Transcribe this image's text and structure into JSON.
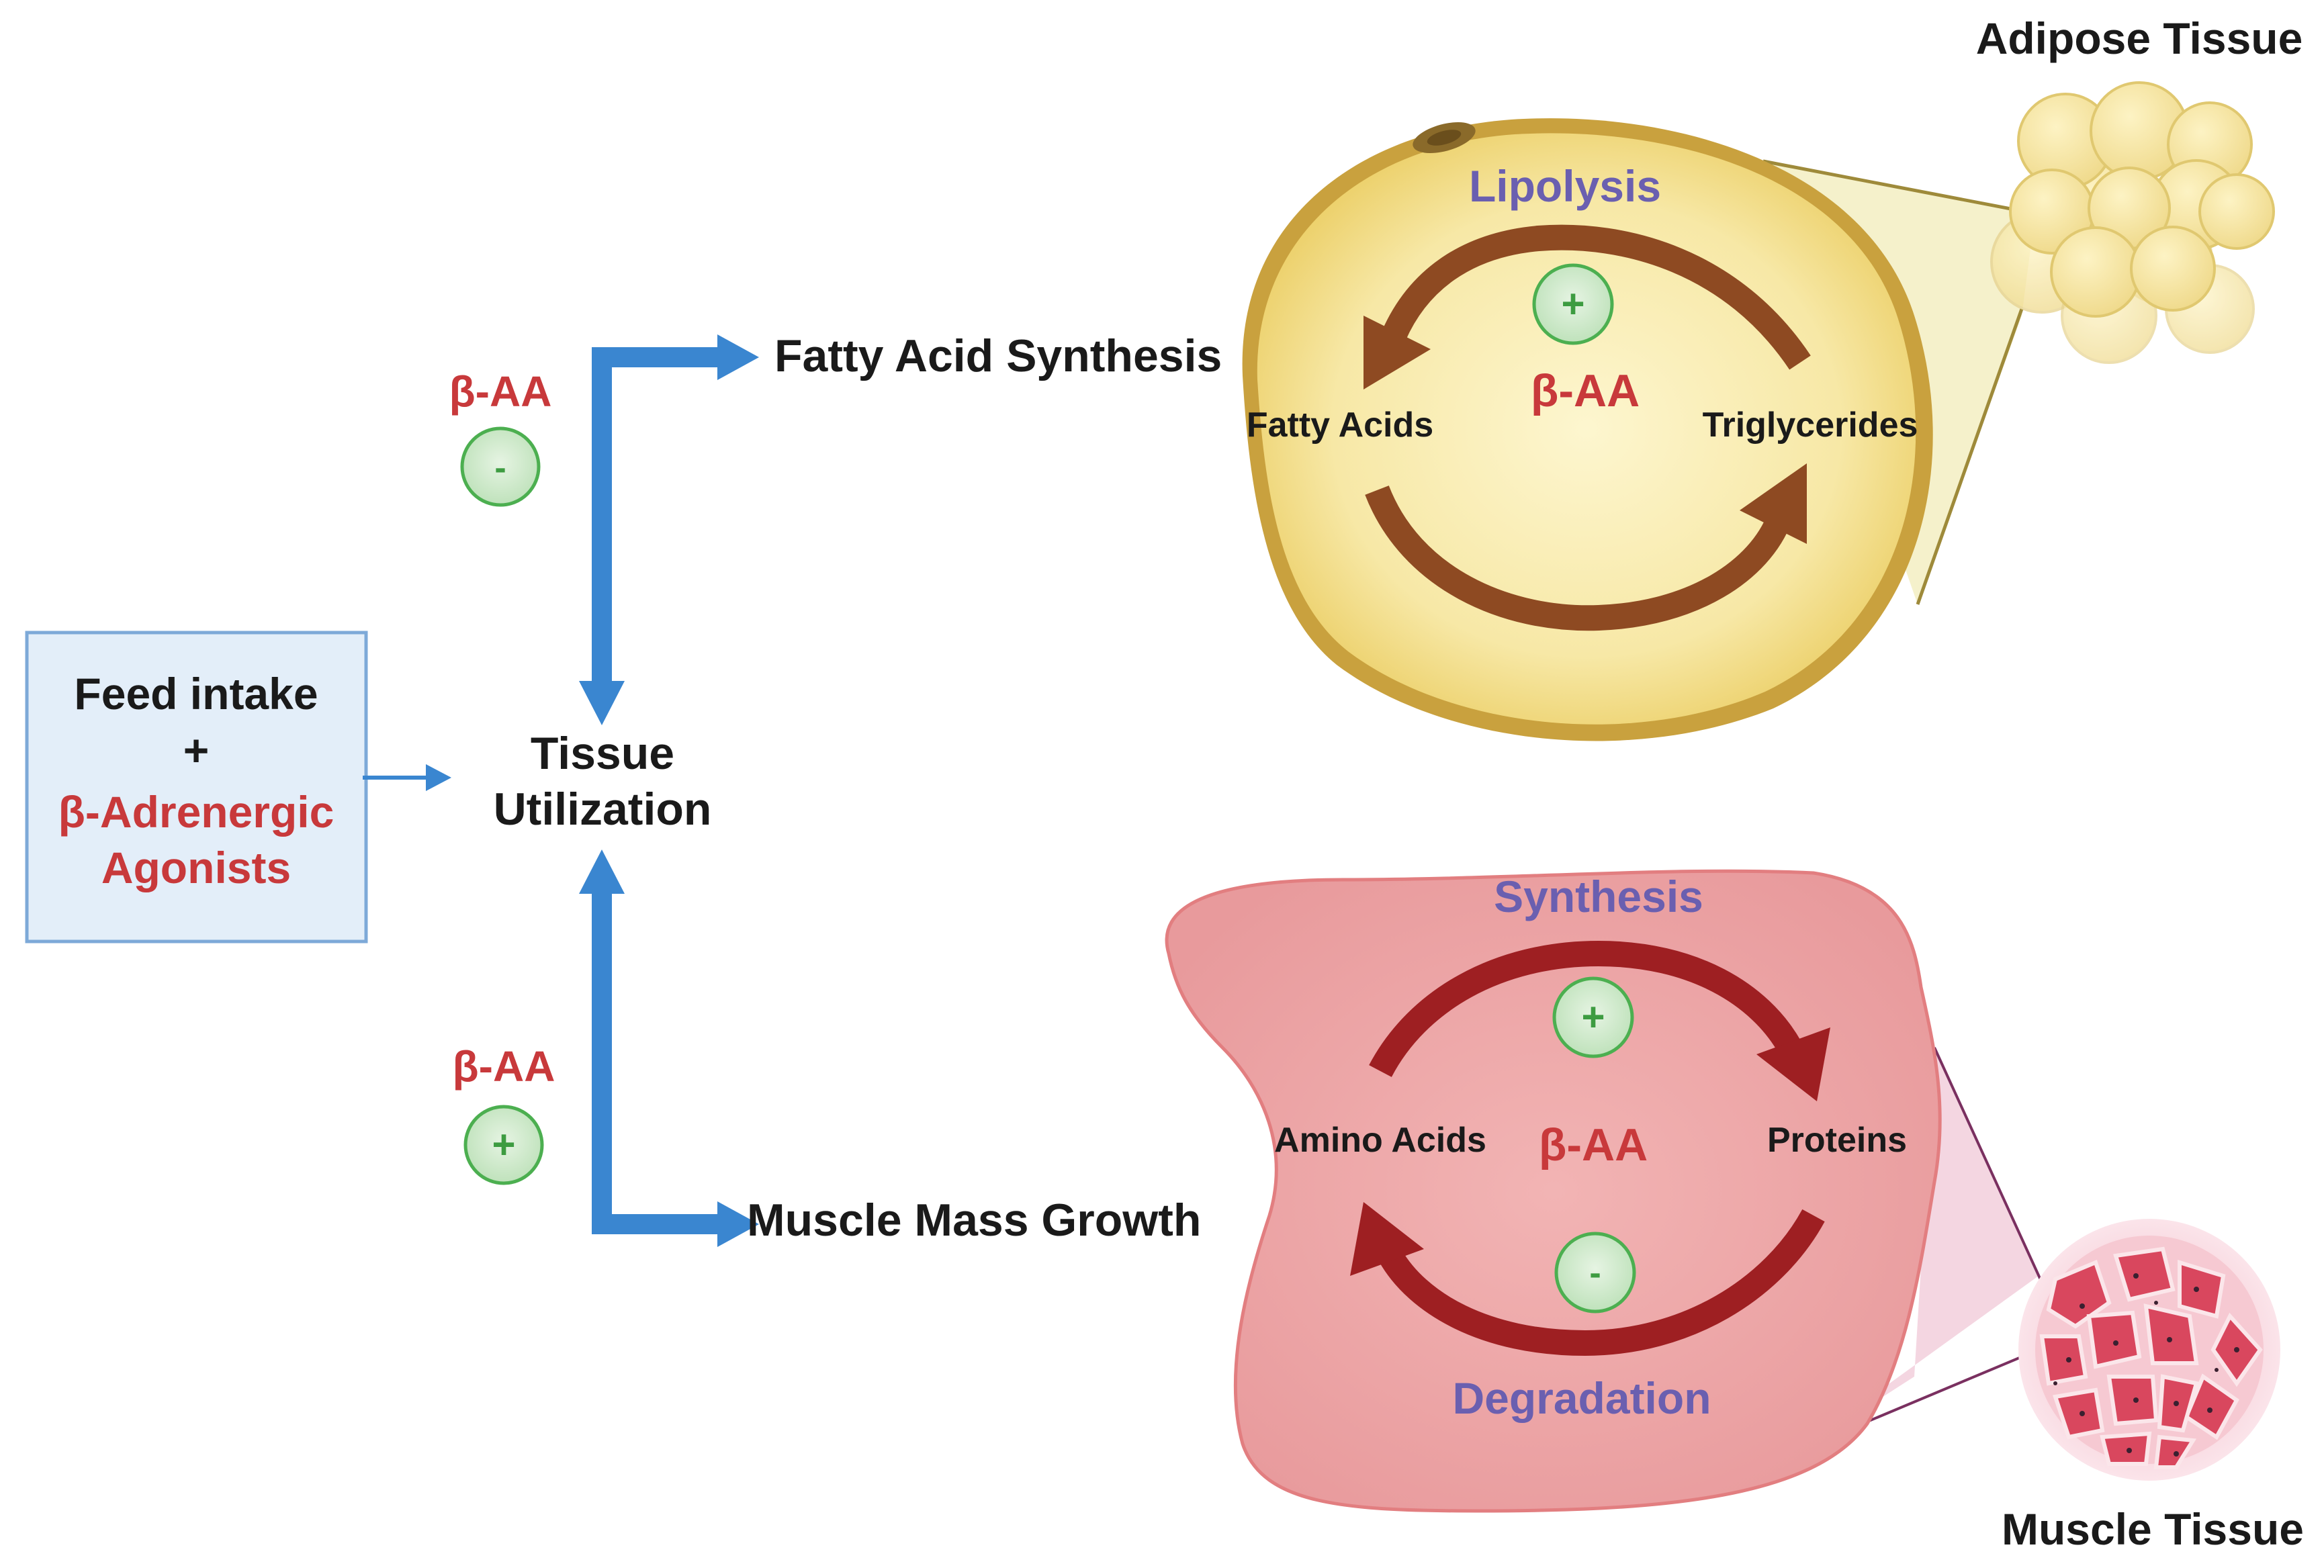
{
  "input_box": {
    "line1": "Feed intake",
    "line2": "+",
    "line3": "β-Adrenergic",
    "line4": "Agonists"
  },
  "center": {
    "line1": "Tissue",
    "line2": "Utilization"
  },
  "upper_branch": {
    "label": "Fatty Acid Synthesis",
    "effector": "β-AA",
    "sign": "-"
  },
  "lower_branch": {
    "label": "Muscle Mass Growth",
    "effector": "β-AA",
    "sign": "+"
  },
  "adipose": {
    "tissue_label": "Adipose Tissue",
    "process": "Lipolysis",
    "left_node": "Fatty Acids",
    "right_node": "Triglycerides",
    "effector": "β-AA",
    "sign": "+"
  },
  "muscle": {
    "tissue_label": "Muscle Tissue",
    "top_process": "Synthesis",
    "bottom_process": "Degradation",
    "left_node": "Amino Acids",
    "right_node": "Proteins",
    "effector": "β-AA",
    "top_sign": "+",
    "bottom_sign": "-"
  },
  "colors": {
    "flow_arrow": "#3a86d0",
    "inhibit_red": "#c8393b",
    "process_purple": "#6a5fb0",
    "adipose_fill": "#f7e8a6",
    "muscle_fill": "#eea5a6",
    "cycle_brown": "#8e4a22",
    "cycle_red": "#9e1f22"
  }
}
